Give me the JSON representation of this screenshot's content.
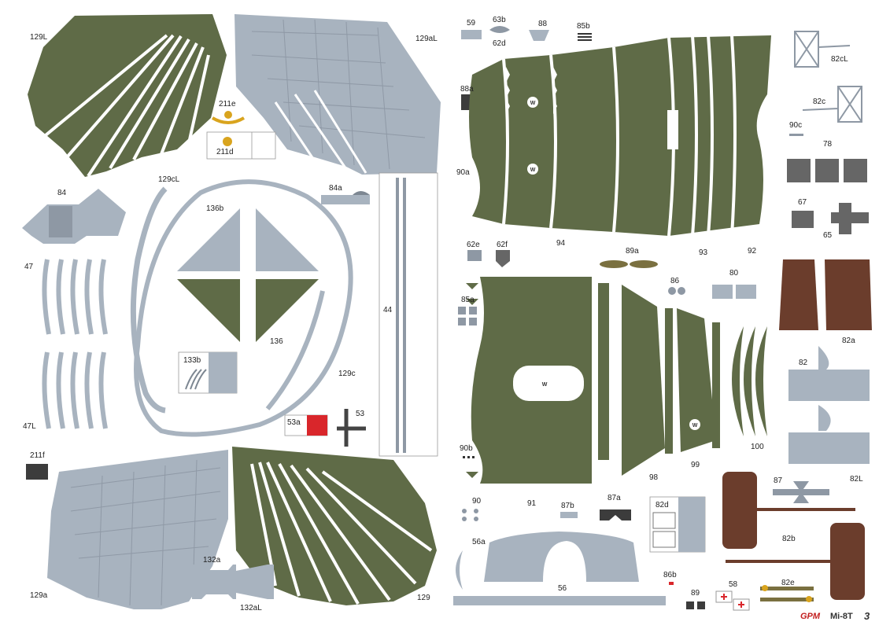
{
  "colors": {
    "olive": "#5f6b47",
    "grey": "#a8b3bf",
    "brown": "#6b3d2c",
    "dark": "#555555",
    "gold": "#d9a41e",
    "red": "#d9262b",
    "tan": "#7a7040",
    "brand": "#c21e1e"
  },
  "labels": {
    "l129L": "129L",
    "l129aL": "129aL",
    "l211e": "211e",
    "l211d": "211d",
    "l129cL": "129cL",
    "l84": "84",
    "l84a": "84a",
    "l136b": "136b",
    "l136": "136",
    "l44": "44",
    "l47": "47",
    "l47L": "47L",
    "l133b": "133b",
    "l129c": "129c",
    "l53a": "53a",
    "l53": "53",
    "l211f": "211f",
    "l129a": "129a",
    "l132a": "132a",
    "l132aL": "132aL",
    "l129": "129",
    "l59": "59",
    "l63b": "63b",
    "l62d": "62d",
    "l88": "88",
    "l85b": "85b",
    "l88a": "88a",
    "l90a": "90a",
    "l94": "94",
    "l93": "93",
    "l92": "92",
    "l82cL": "82cL",
    "l82c": "82c",
    "l90c": "90c",
    "l78": "78",
    "l67": "67",
    "l65": "65",
    "l62e": "62e",
    "l62f": "62f",
    "l89a": "89a",
    "l86": "86",
    "l80": "80",
    "l85a": "85a",
    "l82a": "82a",
    "l82": "82",
    "l100": "100",
    "l99": "99",
    "l98": "98",
    "l91": "91",
    "l90b": "90b",
    "l90": "90",
    "l87b": "87b",
    "l87a": "87a",
    "l82d": "82d",
    "l87": "87",
    "l82L": "82L",
    "l82b": "82b",
    "l56a": "56a",
    "l56": "56",
    "l86b": "86b",
    "l89": "89",
    "l58": "58",
    "l82e": "82e"
  },
  "marks": {
    "w1": "W",
    "w2": "W",
    "w3": "W",
    "w4": "W"
  },
  "footer": {
    "brand": "GPM",
    "model": "Mi-8T",
    "page": "3"
  }
}
